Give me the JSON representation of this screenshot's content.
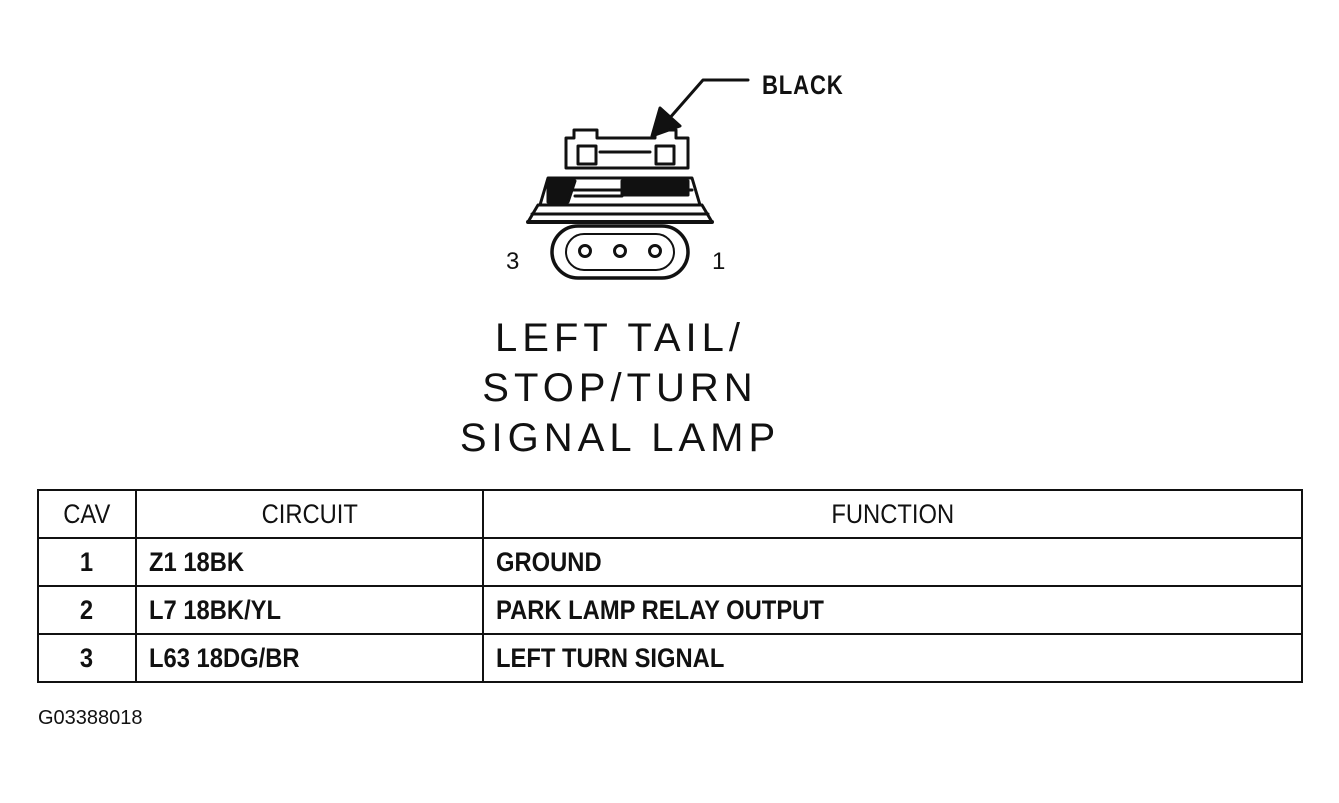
{
  "connector": {
    "color_label": "BLACK",
    "pin_left": "3",
    "pin_right": "1",
    "title_lines": [
      "LEFT TAIL/",
      "STOP/TURN",
      "SIGNAL LAMP"
    ]
  },
  "table": {
    "headers": [
      "CAV",
      "CIRCUIT",
      "FUNCTION"
    ],
    "rows": [
      {
        "cav": "1",
        "circuit": "Z1 18BK",
        "function": "GROUND"
      },
      {
        "cav": "2",
        "circuit": "L7 18BK/YL",
        "function": "PARK LAMP RELAY OUTPUT"
      },
      {
        "cav": "3",
        "circuit": "L63 18DG/BR",
        "function": "LEFT TURN SIGNAL"
      }
    ]
  },
  "figure_id": "G03388018"
}
